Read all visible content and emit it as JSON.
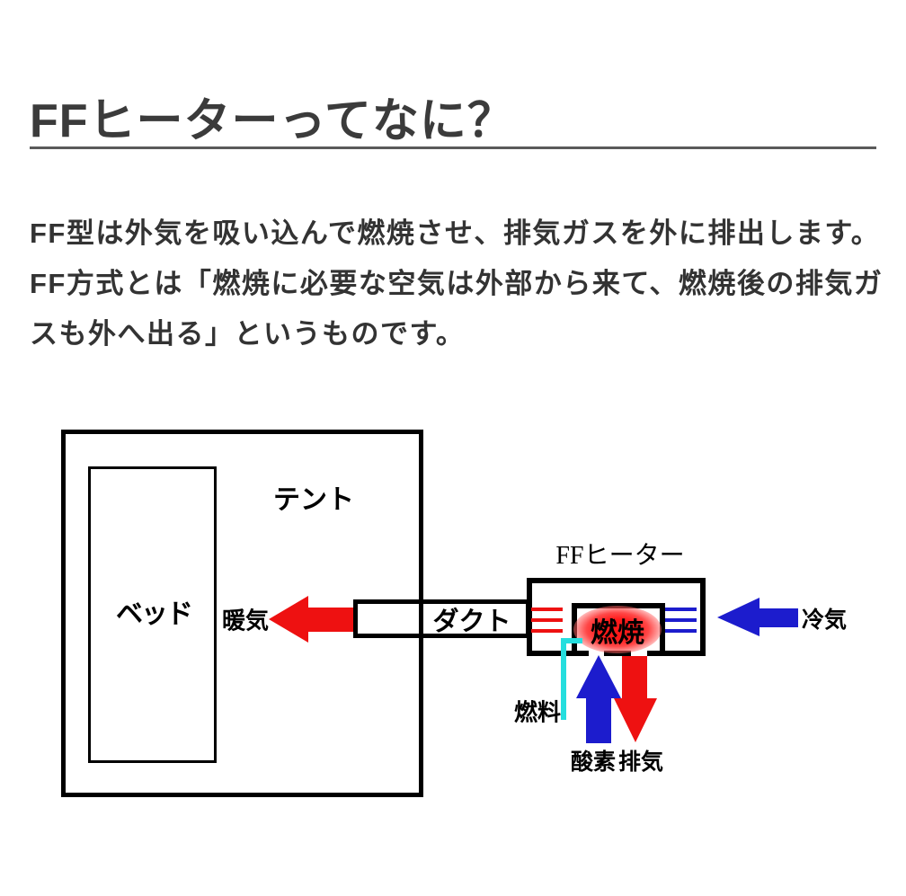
{
  "page": {
    "title": "FFヒーターってなに？",
    "body_lines": [
      "FF型は外気を吸い込んで燃焼させ、排気ガスを外に排出します。",
      "FF方式とは「燃焼に必要な空気は外部から来て、燃焼後の排気ガ",
      "スも外へ出る」というものです。"
    ]
  },
  "diagram": {
    "labels": {
      "tent": "テント",
      "bed": "ベッド",
      "warm_air": "暖気",
      "duct": "ダクト",
      "ff_heater": "FFヒーター",
      "combustion": "燃焼",
      "fuel": "燃料",
      "oxygen": "酸素",
      "exhaust": "排気",
      "cold_air": "冷気"
    },
    "colors": {
      "hot": "#ee1111",
      "cold": "#1c1ccd",
      "fuel": "#25dede",
      "glow_center": "#ff1a1a",
      "outline": "#000000"
    }
  }
}
